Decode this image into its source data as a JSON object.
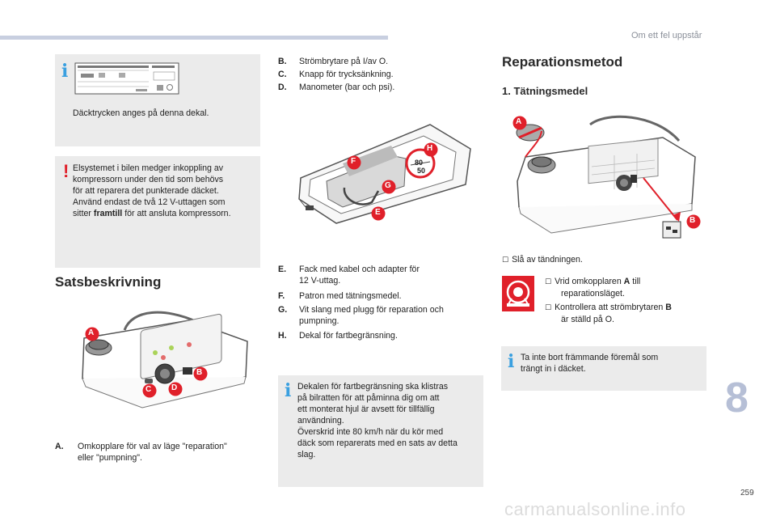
{
  "header": {
    "title": "Om ett fel uppstår"
  },
  "left": {
    "info_box": {
      "caption": "Däcktrycken anges på denna dekal."
    },
    "warning_box": {
      "line1": "Elsystemet i bilen medger inkoppling av",
      "line2": "kompressorn under den tid som behövs",
      "line3": "för att reparera det punkterade däcket.",
      "line4": "Använd endast de två 12 V-uttagen som",
      "line5_pre": "sitter",
      "line5_bold": "framtill",
      "line5_post": "för att ansluta kompressorn."
    },
    "section_title": "Satsbeskrivning",
    "item_a": {
      "letter": "A.",
      "line1": "Omkopplare för val av läge \"reparation\"",
      "line2": "eller \"pumpning\"."
    }
  },
  "middle": {
    "items_top": [
      {
        "letter": "B.",
        "text": "Strömbrytare på I/av O."
      },
      {
        "letter": "C.",
        "text": "Knapp för trycksänkning."
      },
      {
        "letter": "D.",
        "text": "Manometer (bar och psi)."
      }
    ],
    "item_e": {
      "letter": "E.",
      "line1": "Fack med kabel och adapter för",
      "line2": "12 V-uttag."
    },
    "item_f": {
      "letter": "F.",
      "text": "Patron med tätningsmedel."
    },
    "item_g": {
      "letter": "G.",
      "line1": "Vit slang med plugg för reparation och",
      "line2": "pumpning."
    },
    "item_h": {
      "letter": "H.",
      "text": "Dekal för fartbegränsning."
    },
    "info_box": {
      "line1": "Dekalen för fartbegränsning ska klistras",
      "line2": "på bilratten för att påminna dig om att",
      "line3": "ett monterat hjul är avsett för tillfällig",
      "line4": "användning.",
      "line5": "Överskrid inte 80 km/h när du kör med",
      "line6": "däck som reparerats med en sats av detta",
      "line7": "slag."
    },
    "speed_label_top": "80",
    "speed_label_bottom": "50"
  },
  "right": {
    "title": "Reparationsmetod",
    "subtitle": "1. Tätningsmedel",
    "step1": "Slå av tändningen.",
    "step2_line1_pre": "Vrid omkopplaren",
    "step2_bold": "A",
    "step2_line1_post": "till",
    "step2_line2": "reparationsläget.",
    "step3_line1_pre": "Kontrollera att strömbrytaren",
    "step3_bold": "B",
    "step3_line2": "är ställd på O.",
    "info_box": {
      "line1": "Ta inte bort främmande föremål som",
      "line2": "trängt in i däcket."
    }
  },
  "labels": {
    "a": "A",
    "b": "B",
    "c": "C",
    "d": "D",
    "e": "E",
    "f": "F",
    "g": "G",
    "h": "H"
  },
  "chapter_number": "8",
  "page_number": "259",
  "watermark": "carmanualsonline.info",
  "colors": {
    "accent_bar": "#c8cfe0",
    "callout_red": "#e0202a",
    "info_blue": "#3aa0e0",
    "box_grey": "#ebebeb",
    "chapter_grey": "#b6bfd6"
  }
}
